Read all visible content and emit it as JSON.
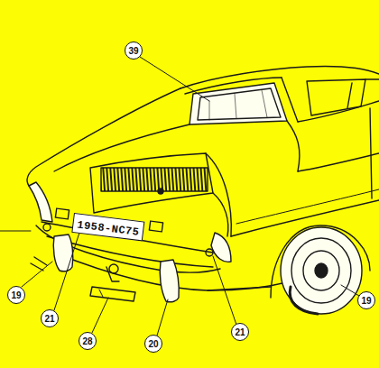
{
  "diagram": {
    "nodes": [
      {
        "text": [
          "39"
        ]
      },
      {
        "text": [
          "1958-NC75"
        ]
      },
      {
        "text": [
          "19"
        ]
      },
      {
        "text": [
          "21"
        ]
      },
      {
        "text": [
          "28"
        ]
      },
      {
        "text": [
          "20"
        ]
      },
      {
        "text": [
          "21"
        ]
      },
      {
        "text": [
          "19"
        ]
      }
    ]
  }
}
